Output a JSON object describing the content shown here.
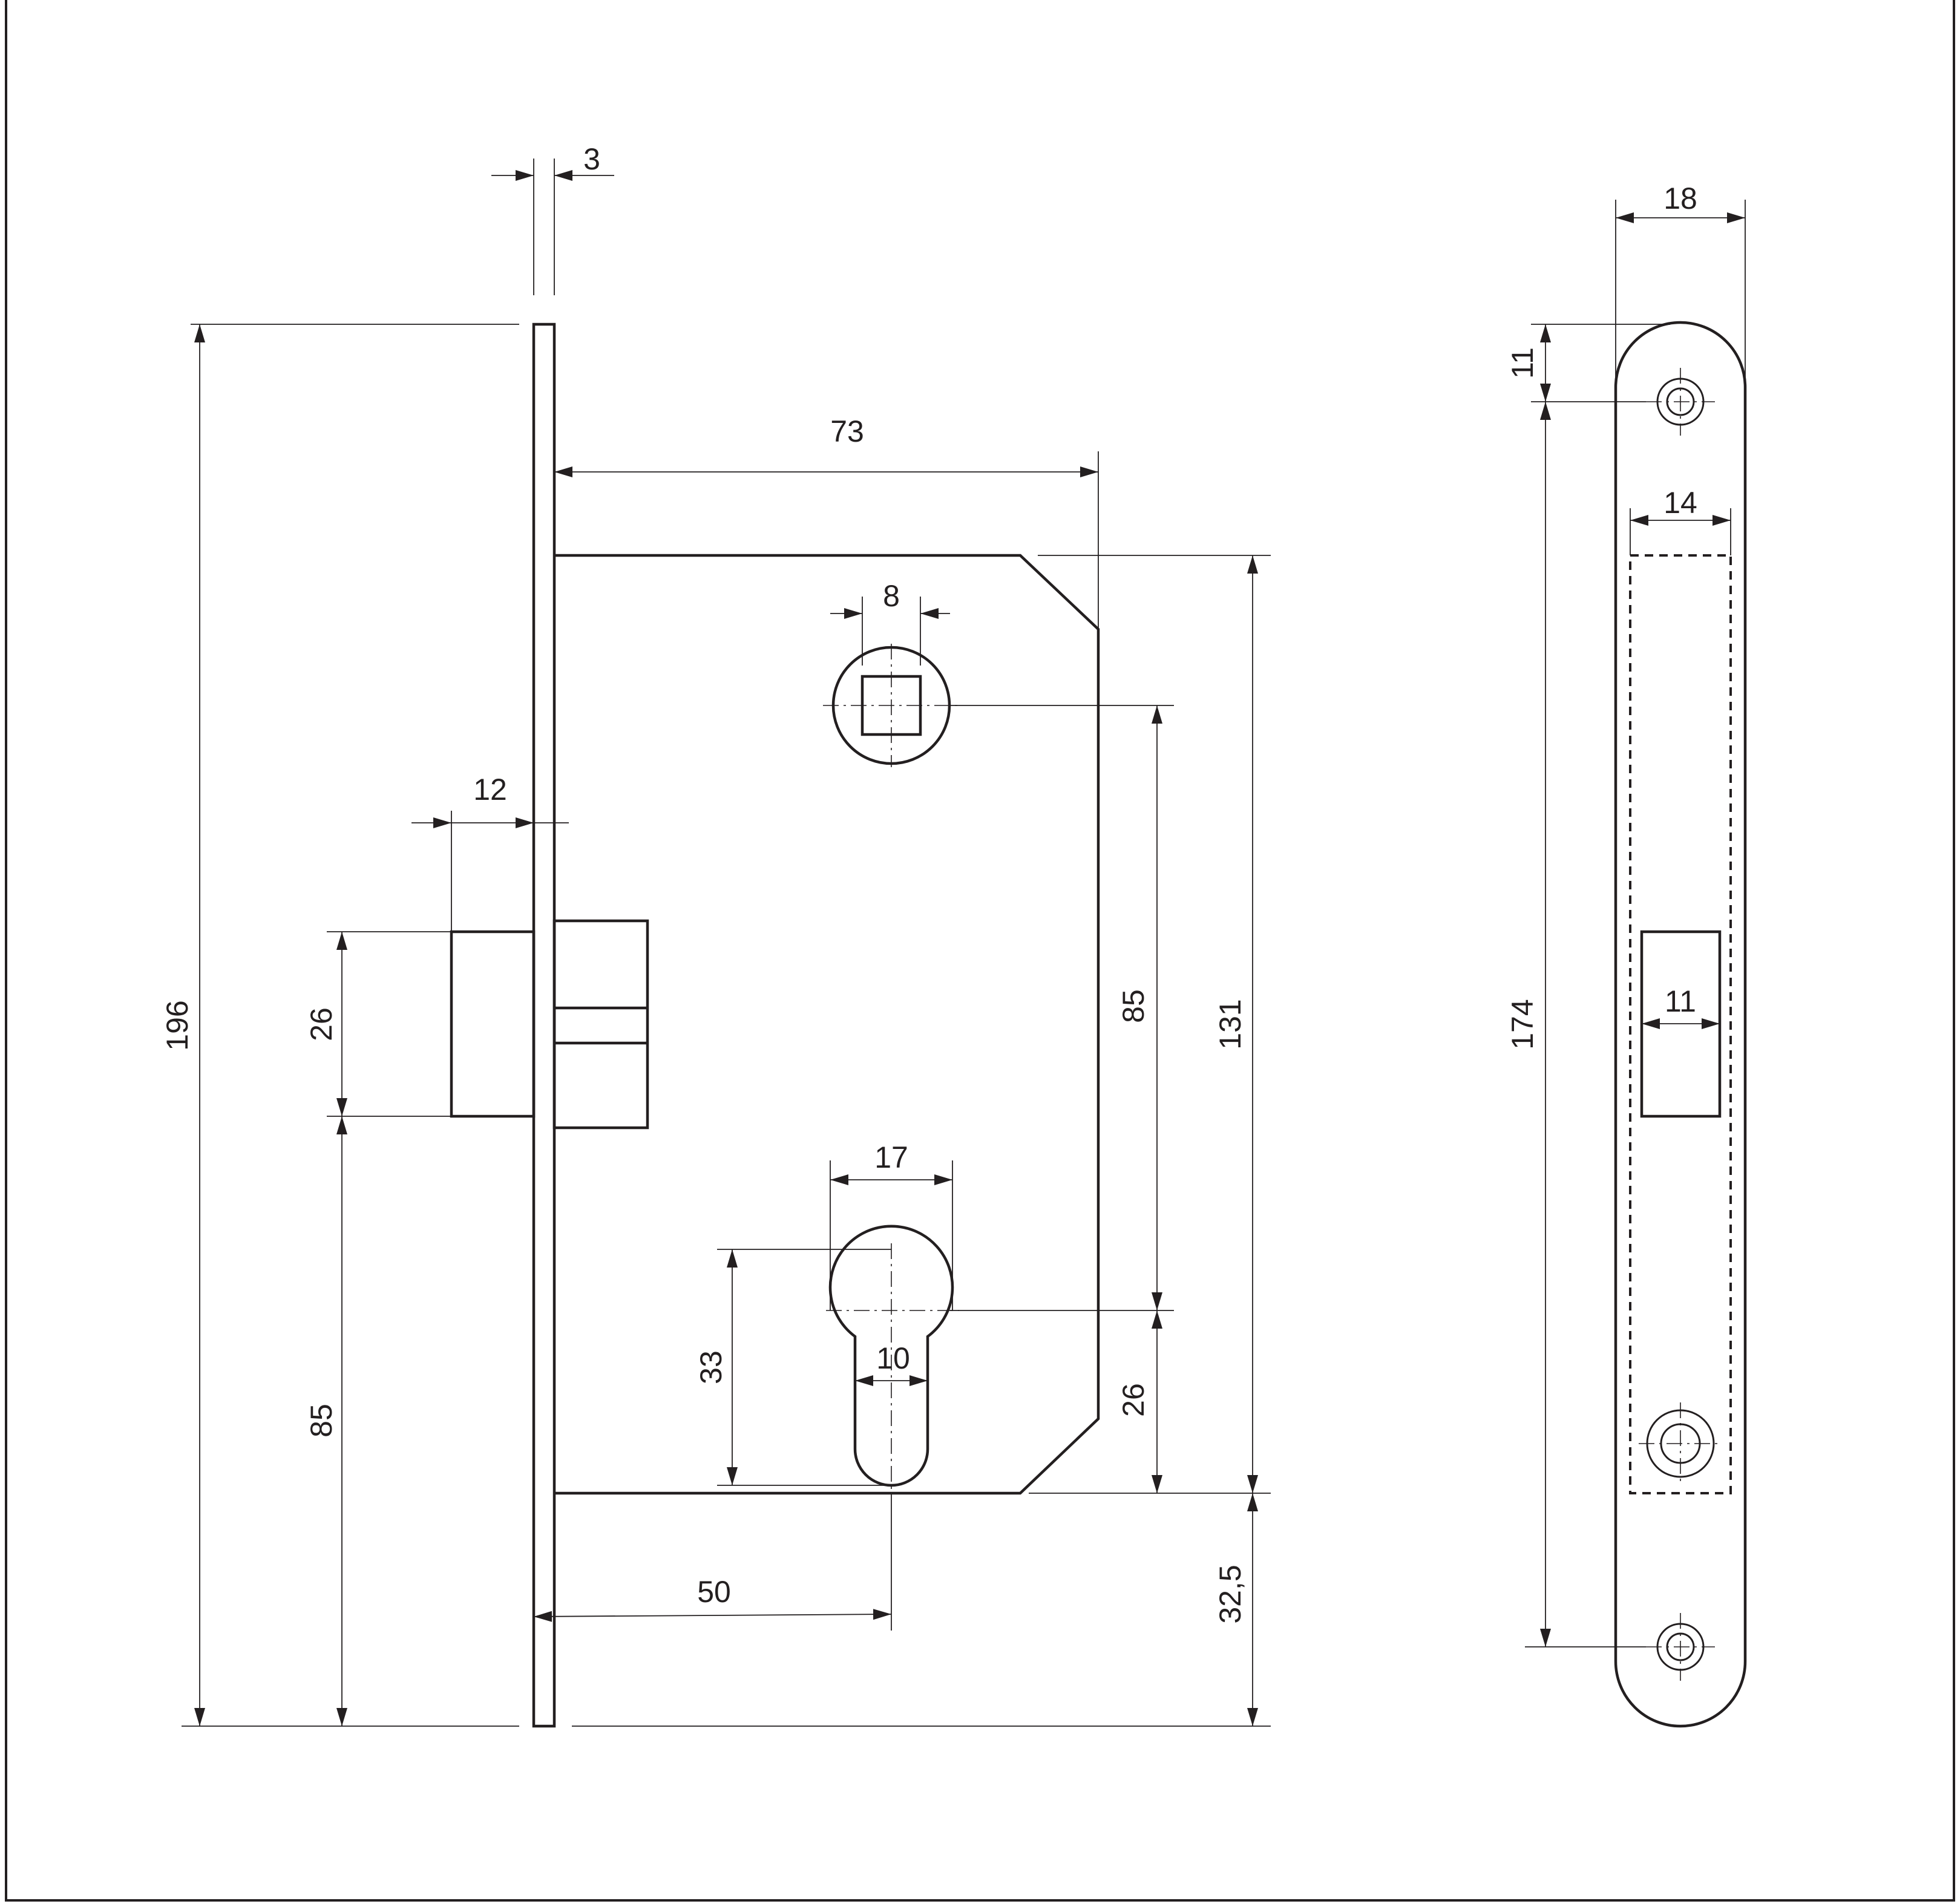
{
  "drawing": {
    "type": "mortise lock dimension drawing",
    "units": "mm",
    "line_color": "#231f20",
    "background": "#ffffff"
  },
  "dimensions": {
    "faceplate_thickness": "3",
    "faceplate_height": "196",
    "backset_width": "73",
    "follower_square": "8",
    "latch_projection": "12",
    "latch_height": "26",
    "latch_to_bottom": "85",
    "cylinder_width": "17",
    "cylinder_height": "33",
    "cylinder_slot": "10",
    "cylinder_backset": "50",
    "handle_to_cylinder": "85",
    "cylinder_to_case_bottom": "26",
    "case_height": "131",
    "case_to_plate_bottom": "32,5",
    "plate_width": "18",
    "screw_offset": "11",
    "screw_spacing": "174",
    "case_width": "14",
    "latch_opening_width": "11"
  }
}
